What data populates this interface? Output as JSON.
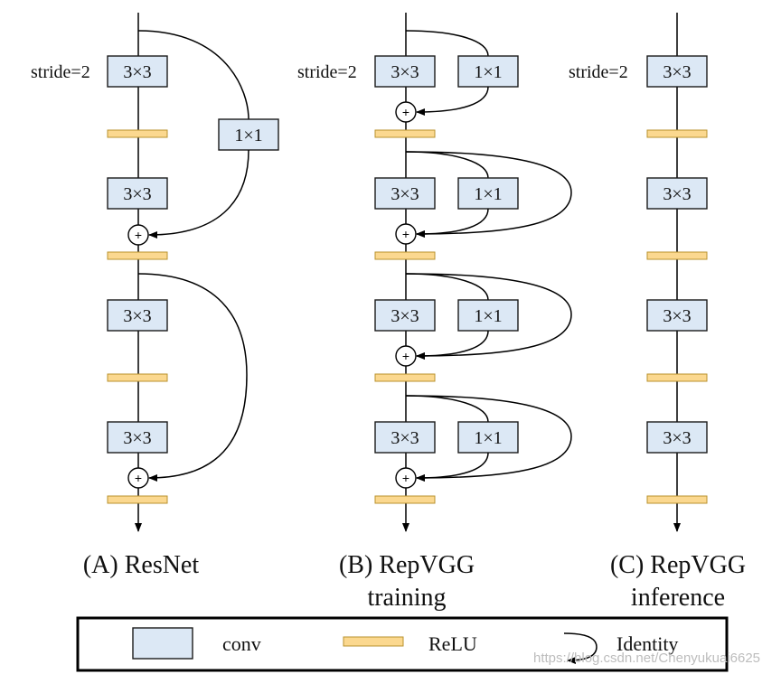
{
  "columns": {
    "resnet": {
      "stride_label": "stride=2",
      "conv_labels": [
        "3×3",
        "3×3",
        "3×3",
        "3×3"
      ],
      "shortcut_label": "1×1",
      "caption_lines": [
        "(A) ResNet"
      ]
    },
    "repvgg_training": {
      "stride_label": "stride=2",
      "conv_labels": [
        "3×3",
        "3×3",
        "3×3",
        "3×3"
      ],
      "branch_labels": [
        "1×1",
        "1×1",
        "1×1",
        "1×1"
      ],
      "caption_lines": [
        "(B) RepVGG",
        "training"
      ]
    },
    "repvgg_inference": {
      "stride_label": "stride=2",
      "conv_labels": [
        "3×3",
        "3×3",
        "3×3",
        "3×3"
      ],
      "caption_lines": [
        "(C) RepVGG",
        "inference"
      ]
    }
  },
  "sum_symbol": "+",
  "legend": {
    "conv": "conv",
    "relu": "ReLU",
    "identity": "Identity"
  },
  "watermark": "https://blog.csdn.net/Chenyukuai6625",
  "colors": {
    "conv_fill": "#dce8f5",
    "relu_fill": "#fbd88f",
    "line": "#000000"
  }
}
